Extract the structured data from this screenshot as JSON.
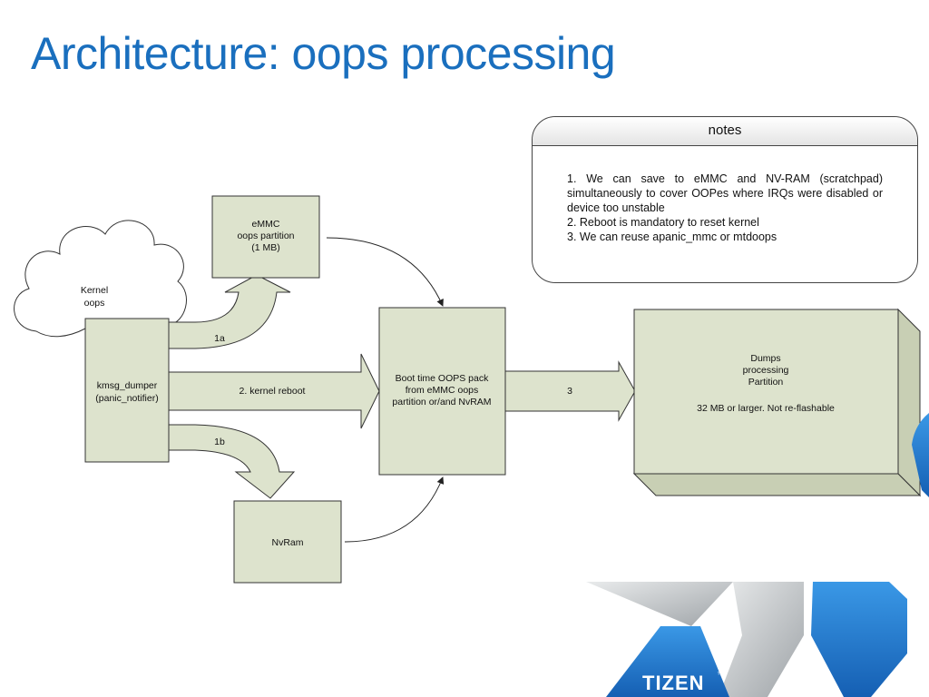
{
  "slide": {
    "title": "Architecture: oops processing"
  },
  "diagram": {
    "cloud": {
      "line1": "Kernel",
      "line2": "oops"
    },
    "kmsg_dumper": {
      "line1": "kmsg_dumper",
      "line2": "(panic_notifier)"
    },
    "emmc": {
      "line1": "eMMC",
      "line2": "oops partition",
      "line3": "(1 MB)"
    },
    "nvram": {
      "label": "NvRam"
    },
    "boot_pack": {
      "line1": "Boot time OOPS pack",
      "line2": "from eMMC oops",
      "line3": "partition or/and NvRAM"
    },
    "dumps": {
      "line1": "Dumps",
      "line2": "processing",
      "line3": "Partition",
      "line4": "32 MB or larger. Not re-flashable"
    },
    "arrows": {
      "a1": "1a",
      "a2": "2. kernel reboot",
      "a1b": "1b",
      "a3": "3"
    }
  },
  "notes": {
    "title": "notes",
    "items": [
      "1. We can save to eMMC and NV-RAM (scratchpad) simultaneously to cover OOPes where IRQs were disabled or device too unstable",
      "2. Reboot is mandatory to reset kernel",
      "3. We can reuse apanic_mmc or mtdoops"
    ]
  },
  "branding": {
    "logo_text": "TIZEN",
    "trademark": "™"
  },
  "colors": {
    "title": "#1a6fbe",
    "box_fill": "#dde3cd",
    "logo_blue": "#1f7fd6",
    "logo_gray": "#b4b8bc"
  }
}
